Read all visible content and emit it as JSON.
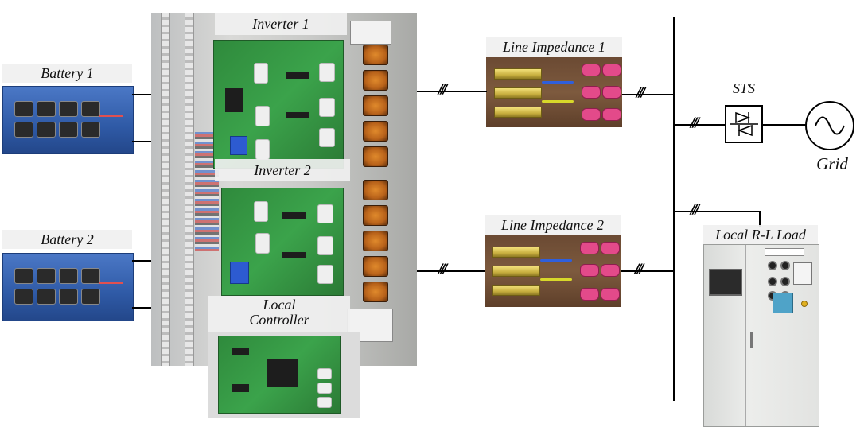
{
  "labels": {
    "battery1": "Battery 1",
    "battery2": "Battery 2",
    "inverter1": "Inverter 1",
    "inverter2": "Inverter 2",
    "local_controller": "Local\nController",
    "line_impedance1": "Line Impedance 1",
    "line_impedance2": "Line Impedance 2",
    "sts": "STS",
    "grid": "Grid",
    "local_load": "Local R-L Load"
  },
  "three_phase_mark": "///",
  "colors": {
    "pcb_green": "#3ba34b",
    "battery_blue": "#2f5aa6",
    "resistor_gold": "#c9b040",
    "coil_pink": "#e34a8a",
    "coil_copper": "#b8621a",
    "line_black": "#000000"
  }
}
